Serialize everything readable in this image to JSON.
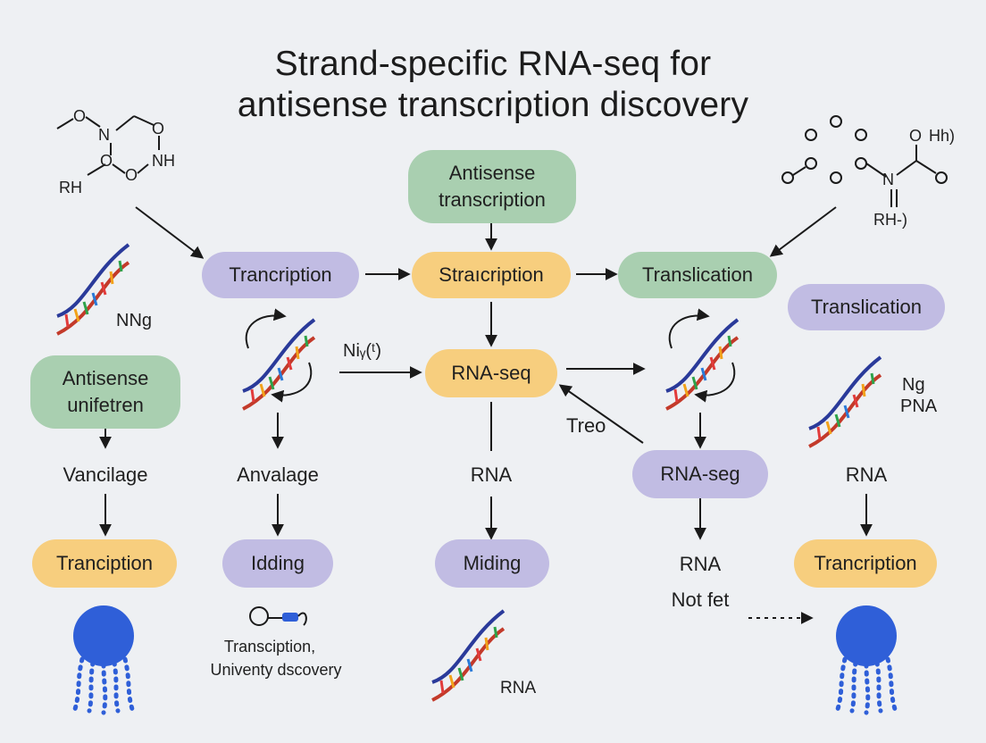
{
  "title": {
    "line1": "Strand-specific RNA-seq for",
    "line2": "antisense transcription discovery"
  },
  "molecules": {
    "left": {
      "o1": "O",
      "n1": "N",
      "o2": "O",
      "o3": "O",
      "o4": "O",
      "nh": "NH",
      "rh": "RH"
    },
    "right": {
      "o": "O",
      "hh": "Hh)",
      "n": "N",
      "rh": "RH-)"
    }
  },
  "nodes": {
    "antisense_transcription": "Antisense transcription",
    "transcription_left": "Trancription",
    "stranscription": "Straıcription",
    "translication_top": "Translication",
    "translication_right": "Translication",
    "rnaseq_center": "RNA-seq",
    "antisense_unifetren": "Antisense unifetren",
    "rnaseg": "RNA-seg",
    "trancription_bottom_left": "Tranciption",
    "idding": "Idding",
    "miding": "Miding",
    "trancription_bottom_right": "Trancription"
  },
  "labels": {
    "nng": "NNg",
    "niy": "Niᵧ(ᵗ)",
    "treo": "Treo",
    "ng": "Ng",
    "pna": "PNA",
    "vancilage": "Vancilage",
    "anvalage": "Anvalaɡe",
    "rna_center": "RNA",
    "rna_right": "RNA",
    "rna_mid_right": "RNA",
    "not_fet": "Not fet",
    "rna_bottom": "RNA",
    "footnote1": "Transciption,",
    "footnote2": "Univenty dscovery"
  },
  "colors": {
    "green": "#a9cfb0",
    "purple": "#c1bce3",
    "orange": "#f7ce7e",
    "jellyfish": "#2f5fd8"
  }
}
